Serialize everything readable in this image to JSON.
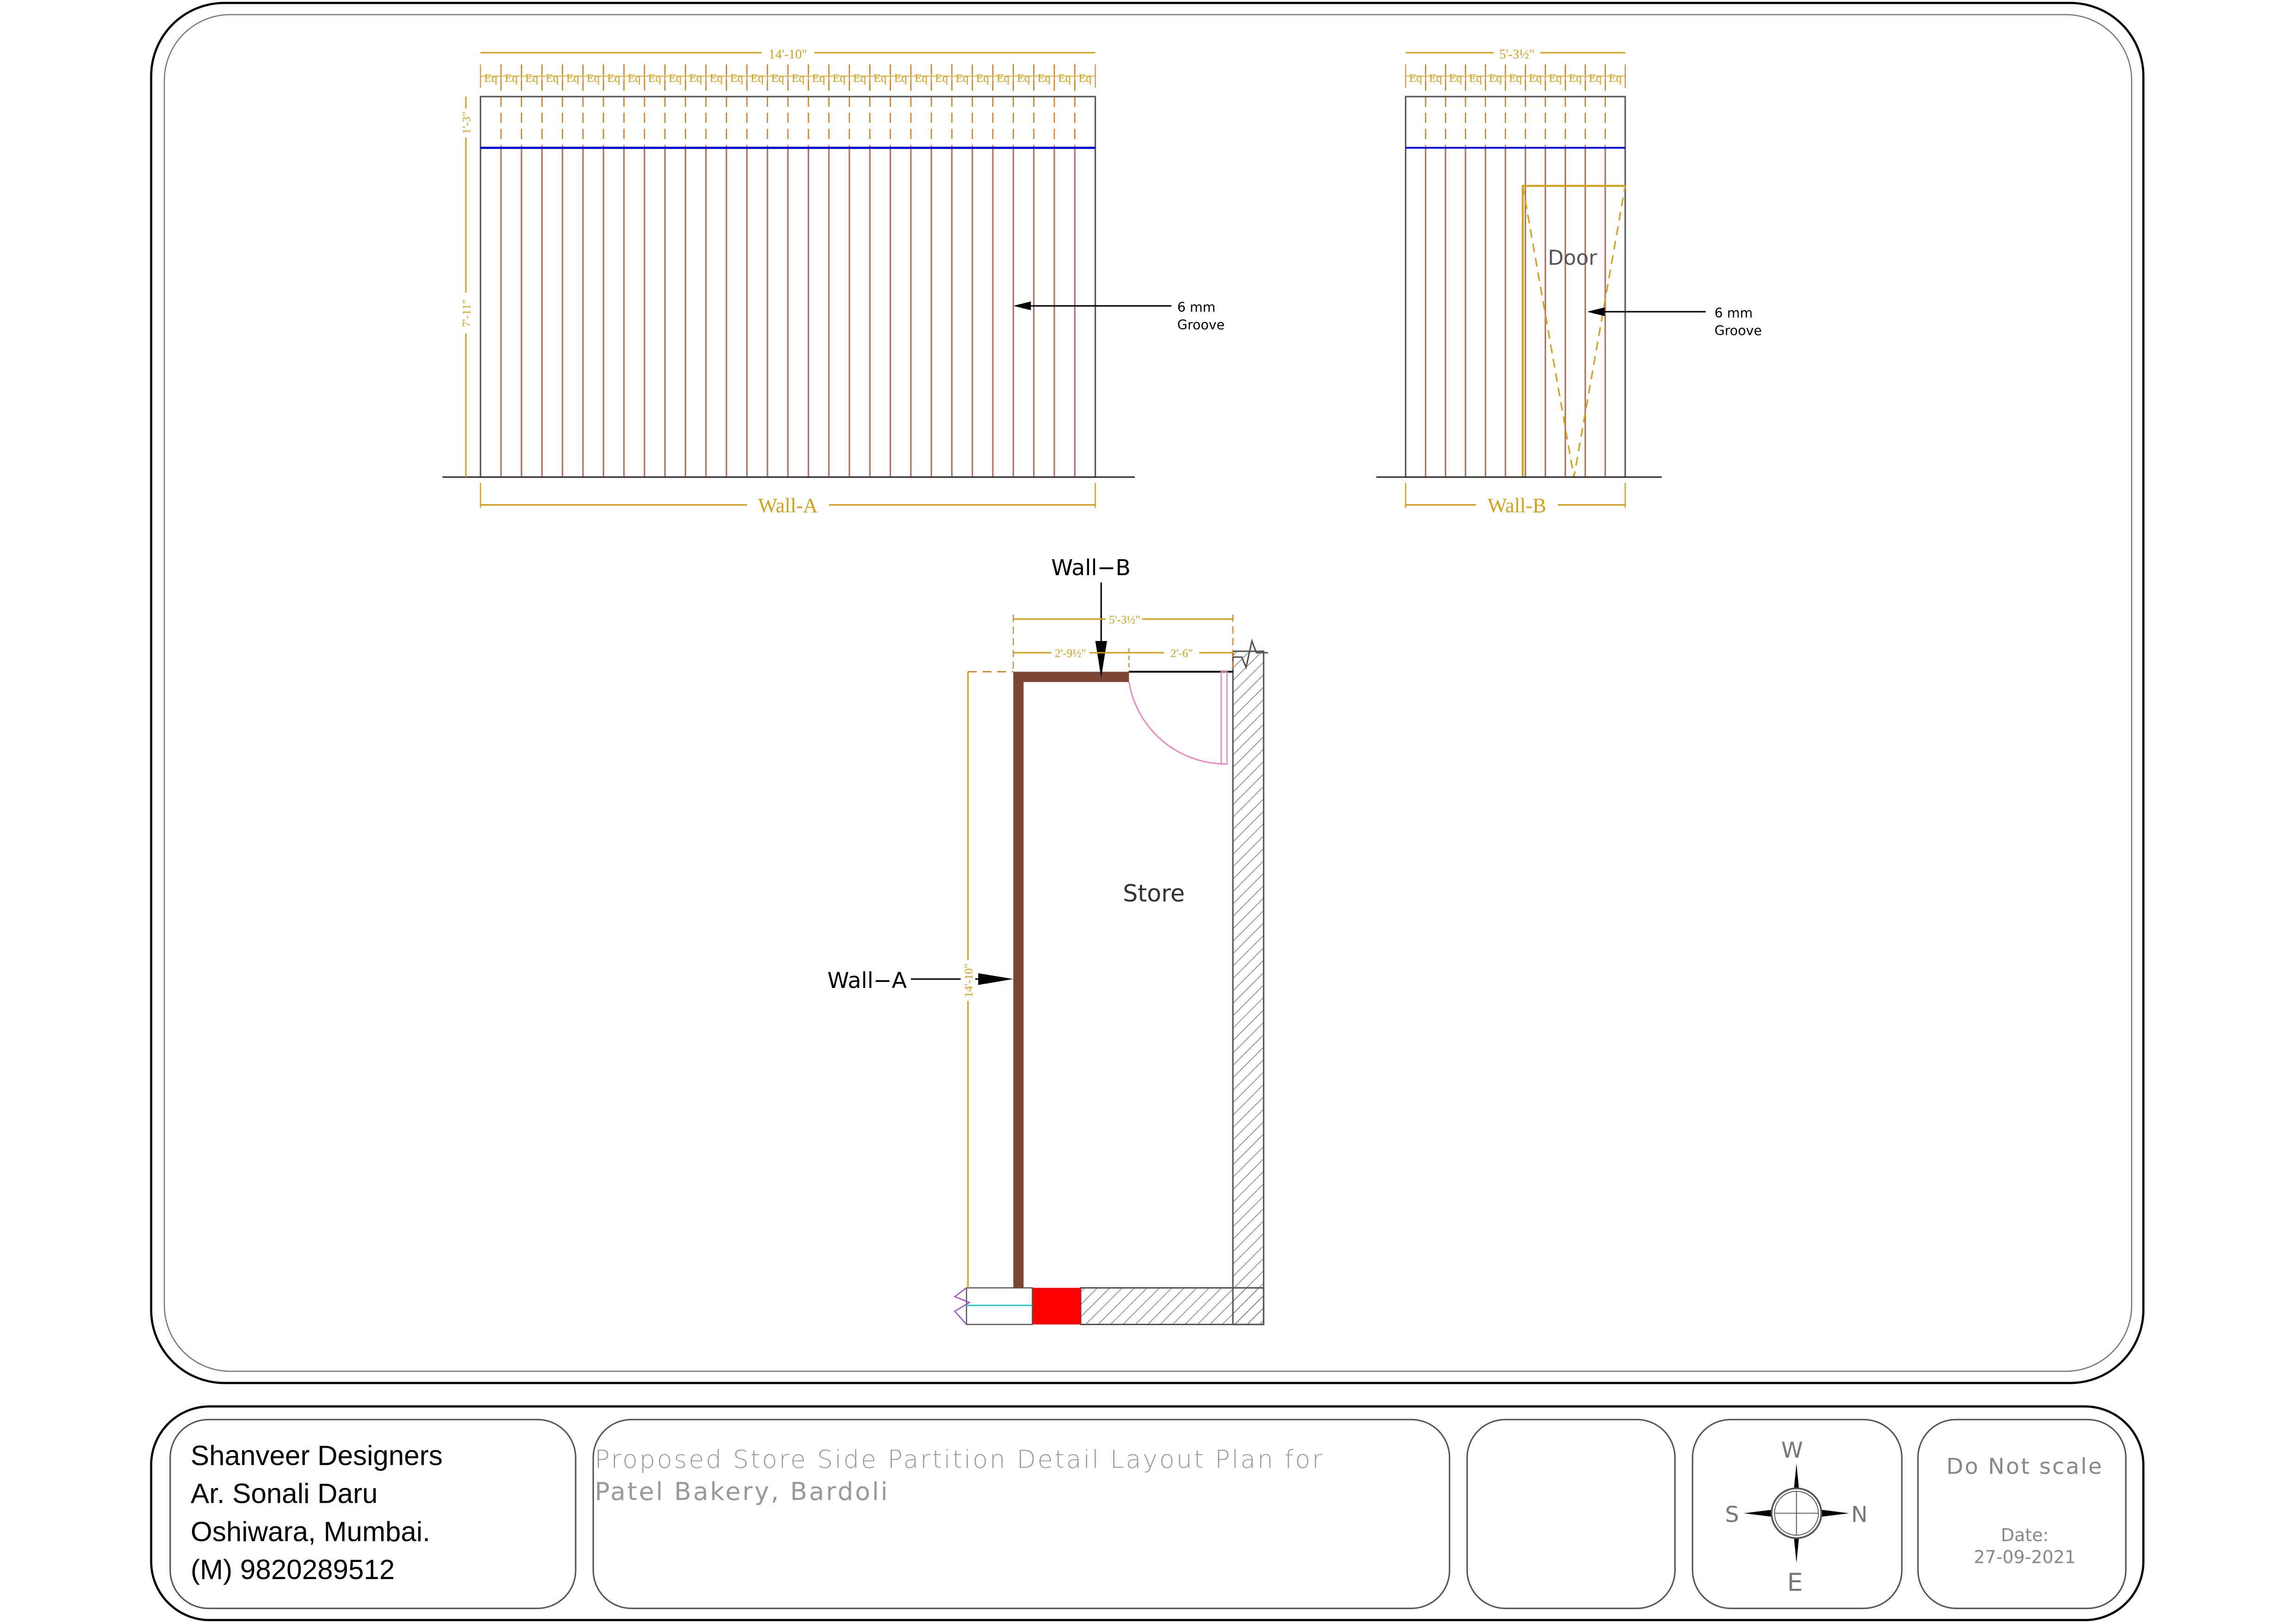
{
  "wall_a_elevation": {
    "label": "Wall-A",
    "overall_width": "14'-10\"",
    "eq_label": "Eq",
    "eq_count": 30,
    "top_band_height": "1'-3\"",
    "lower_height": "7'-11\"",
    "note_line1": "6  mm",
    "note_line2": "Groove"
  },
  "wall_b_elevation": {
    "label": "Wall-B",
    "overall_width": "5'-3½\"",
    "eq_label": "Eq",
    "eq_count": 11,
    "door_label": "Door",
    "note_line1": "6  mm",
    "note_line2": "Groove"
  },
  "plan": {
    "wall_b_marker": "Wall−B",
    "wall_a_marker": "Wall−A",
    "room_label": "Store",
    "overall_width": "5'-3½\"",
    "segment_left": "2'-9½\"",
    "segment_right": "2'-6\"",
    "length": "14'-10\""
  },
  "title_block": {
    "firm_line1": "Shanveer Designers",
    "firm_line2": "Ar. Sonali Daru",
    "firm_line3": "Oshiwara, Mumbai.",
    "firm_line4": "(M) 9820289512",
    "title_line1": "Proposed Store Side Partition Detail Layout Plan for",
    "title_line2": "Patel Bakery, Bardoli",
    "compass": {
      "top": "W",
      "left": "S",
      "right": "N",
      "bottom": "E"
    },
    "note": "Do Not scale",
    "date_label": "Date:",
    "date": "27-09-2021"
  },
  "colors": {
    "dimension": "#d4a017",
    "groove": "#b5705a",
    "wall": "#7b4533",
    "blue_line": "#0000e0",
    "door_swing": "#f080c0",
    "column": "#ff0000"
  }
}
